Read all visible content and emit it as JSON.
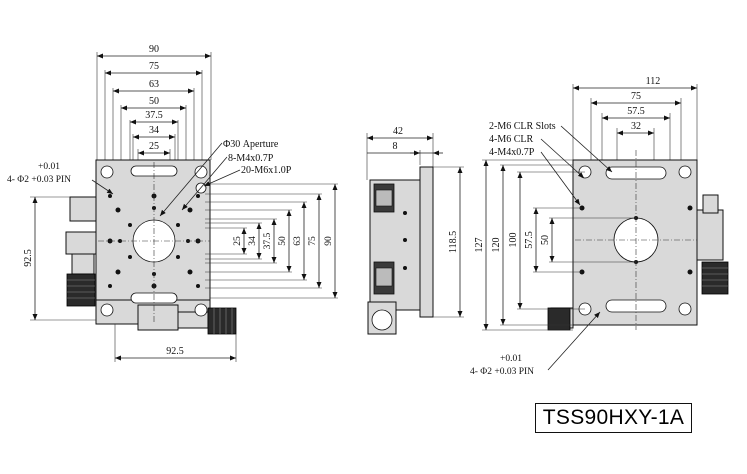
{
  "model": "TSS90HXY-1A",
  "top_view": {
    "top_dims": [
      "90",
      "75",
      "63",
      "50",
      "37.5",
      "34",
      "25"
    ],
    "right_dims": [
      "25",
      "34",
      "37.5",
      "50",
      "63",
      "75",
      "90"
    ],
    "left_dim": "92.5",
    "bottom_dim": "92.5",
    "callouts": [
      "Φ30 Aperture",
      "8-M4x0.7P",
      "20-M6x1.0P"
    ],
    "pin": {
      "tol_upper": "+0.01",
      "label": "4- Φ2 +0.03 PIN"
    }
  },
  "side_view": {
    "dims": [
      "42",
      "8"
    ],
    "height": "118.5"
  },
  "bottom_view": {
    "top_dims": [
      "112",
      "75",
      "57.5",
      "32"
    ],
    "left_dims": [
      "127",
      "120",
      "100",
      "57.5",
      "50"
    ],
    "callouts": [
      "2-M6 CLR Slots",
      "4-M6 CLR",
      "4-M4x0.7P"
    ],
    "pin": {
      "tol_upper": "+0.01",
      "label": "4- Φ2 +0.03 PIN"
    }
  }
}
